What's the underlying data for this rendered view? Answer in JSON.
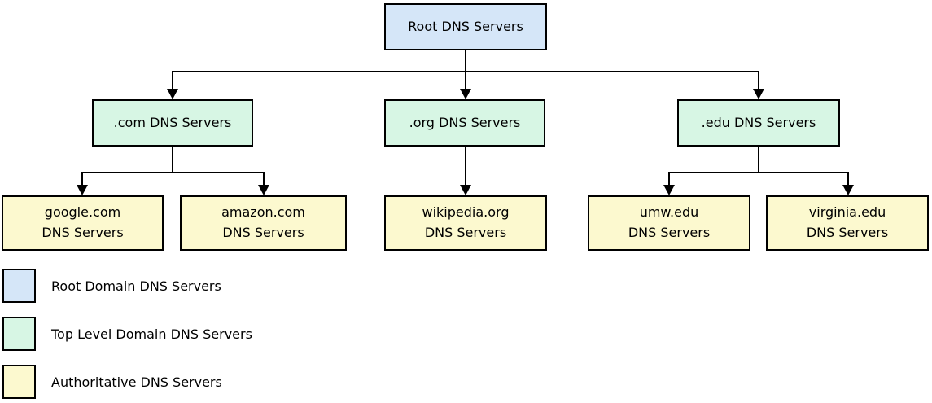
{
  "diagram": {
    "nodes": {
      "root": "Root DNS Servers",
      "com": ".com DNS Servers",
      "org": ".org DNS Servers",
      "edu": ".edu DNS Servers",
      "google": "google.com\nDNS Servers",
      "amazon": "amazon.com\nDNS Servers",
      "wikipedia": "wikipedia.org\nDNS Servers",
      "umw": "umw.edu\nDNS Servers",
      "virginia": "virginia.edu\nDNS Servers"
    },
    "colors": {
      "root_fill": "#d5e6f8",
      "tld_fill": "#d7f6e4",
      "auth_fill": "#fcf9cf",
      "line": "#000000",
      "background": "#ffffff"
    },
    "legend": [
      {
        "label": "Root Domain DNS Servers",
        "color": "#d5e6f8"
      },
      {
        "label": "Top Level Domain DNS Servers",
        "color": "#d7f6e4"
      },
      {
        "label": "Authoritative DNS Servers",
        "color": "#fcf9cf"
      }
    ]
  }
}
